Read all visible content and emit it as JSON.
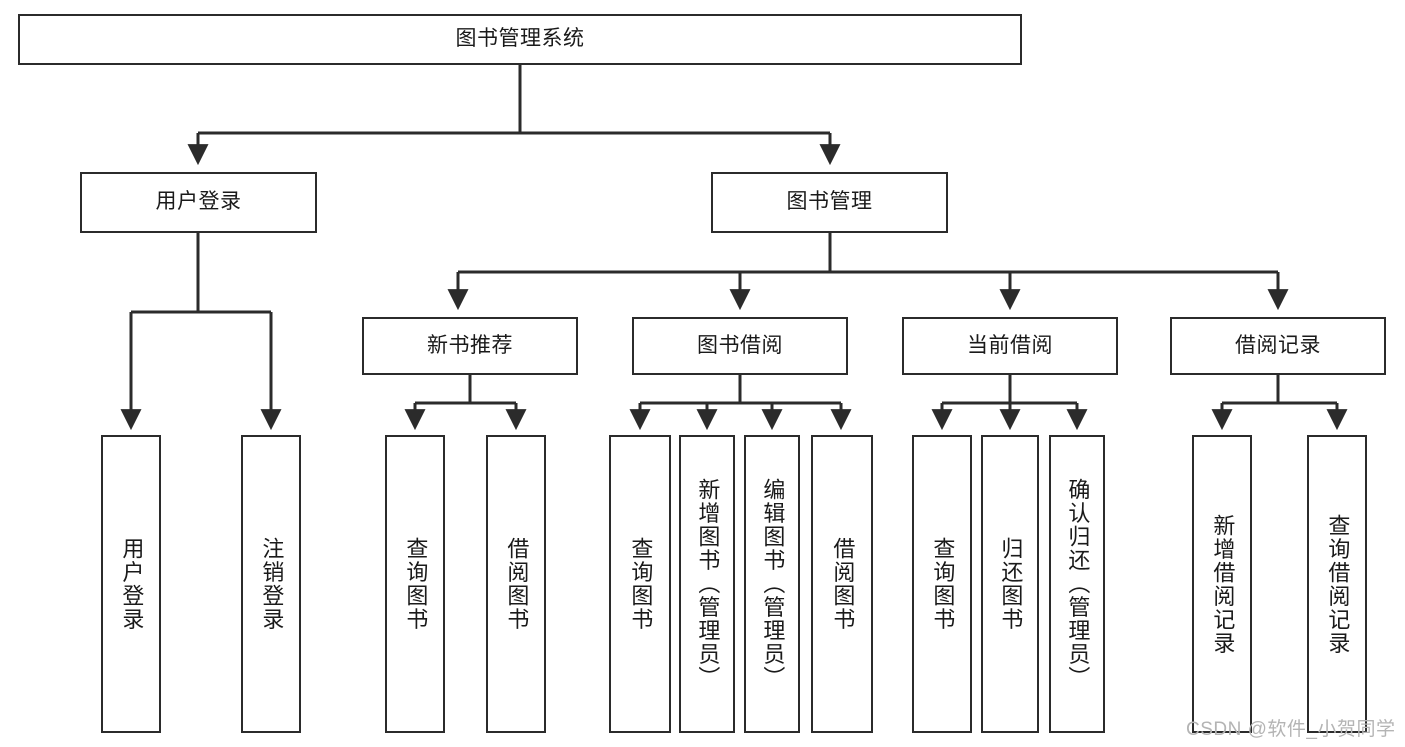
{
  "diagram": {
    "title": "图书管理系统",
    "type": "functional-structure-tree",
    "watermark": "CSDN @软件_小贺同学",
    "colors": {
      "box_border": "#2b2b2b",
      "box_fill": "#ffffff",
      "connector": "#2b2b2b",
      "text": "#1a1a1a",
      "watermark": "#b4b4b4"
    }
  },
  "nodes": {
    "root": {
      "label": "图书管理系统"
    },
    "level2": [
      {
        "label": "用户登录"
      },
      {
        "label": "图书管理"
      }
    ],
    "level3": [
      {
        "label": "新书推荐"
      },
      {
        "label": "图书借阅"
      },
      {
        "label": "当前借阅"
      },
      {
        "label": "借阅记录"
      }
    ],
    "leaves": {
      "user_login": [
        {
          "label": "用户登录"
        },
        {
          "label": "注销登录"
        }
      ],
      "new_book_recommend": [
        {
          "label": "查询图书"
        },
        {
          "label": "借阅图书"
        }
      ],
      "book_borrow": [
        {
          "label": "查询图书"
        },
        {
          "label": "新增图书（管理员）"
        },
        {
          "label": "编辑图书（管理员）"
        },
        {
          "label": "借阅图书"
        }
      ],
      "current_borrow": [
        {
          "label": "查询图书"
        },
        {
          "label": "归还图书"
        },
        {
          "label": "确认归还（管理员）"
        }
      ],
      "borrow_record": [
        {
          "label": "新增借阅记录"
        },
        {
          "label": "查询借阅记录"
        }
      ]
    }
  }
}
